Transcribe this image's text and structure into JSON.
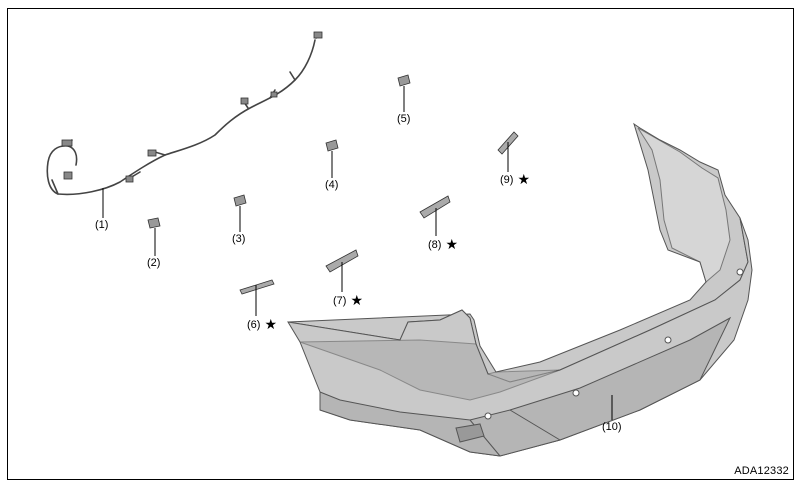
{
  "callouts": [
    {
      "id": "1",
      "text": "(1)",
      "star": ""
    },
    {
      "id": "2",
      "text": "(2)",
      "star": ""
    },
    {
      "id": "3",
      "text": "(3)",
      "star": ""
    },
    {
      "id": "4",
      "text": "(4)",
      "star": ""
    },
    {
      "id": "5",
      "text": "(5)",
      "star": ""
    },
    {
      "id": "6",
      "text": "(6)",
      "star": "★"
    },
    {
      "id": "7",
      "text": "(7)",
      "star": "★"
    },
    {
      "id": "8",
      "text": "(8)",
      "star": "★"
    },
    {
      "id": "9",
      "text": "(9)",
      "star": "★"
    },
    {
      "id": "10",
      "text": "(10)",
      "star": ""
    }
  ],
  "figure_code": "ADA12332",
  "colors": {
    "bumper_fill": "#c9c9c9",
    "bumper_shade": "#a9a9a9",
    "bumper_light": "#dcdcdc",
    "line": "#000000"
  }
}
